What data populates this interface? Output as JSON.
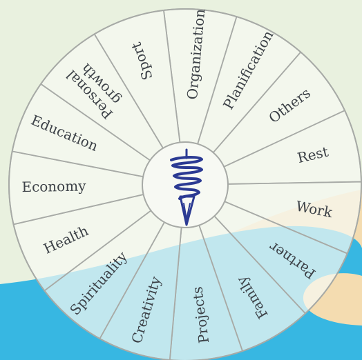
{
  "wheel": {
    "center_logo": "spiral-cone-logo",
    "segments": [
      {
        "lines": [
          "Organization"
        ]
      },
      {
        "lines": [
          "Planification"
        ]
      },
      {
        "lines": [
          "Others"
        ]
      },
      {
        "lines": [
          "Rest"
        ]
      },
      {
        "lines": [
          "Work"
        ]
      },
      {
        "lines": [
          "Partner"
        ]
      },
      {
        "lines": [
          "Family"
        ]
      },
      {
        "lines": [
          "Projects"
        ]
      },
      {
        "lines": [
          "Creativity"
        ]
      },
      {
        "lines": [
          "Spirituality"
        ]
      },
      {
        "lines": [
          "Health"
        ]
      },
      {
        "lines": [
          "Economy"
        ]
      },
      {
        "lines": [
          "Education"
        ]
      },
      {
        "lines": [
          "Personal",
          "growth"
        ]
      },
      {
        "lines": [
          "Sport"
        ]
      }
    ]
  },
  "colors": {
    "sky": "#e9f1df",
    "sand": "#f4dcb0",
    "sea": "#37b7e2",
    "segment_fill": "#f5f8ef",
    "segment_stroke": "#a7aaa6",
    "text": "#3c4147",
    "logo": "#2b3a93"
  }
}
